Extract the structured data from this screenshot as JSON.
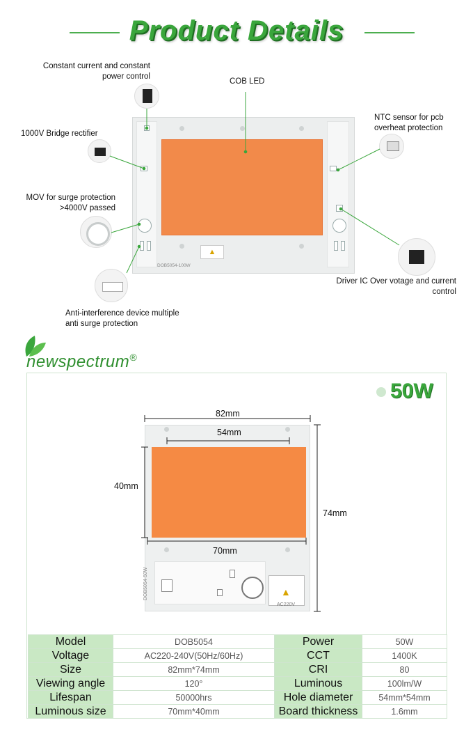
{
  "header": {
    "title": "Product Details"
  },
  "callouts": {
    "constant": "Constant current and constant power control",
    "cob": "COB LED",
    "ntc": "NTC sensor for pcb overheat protection",
    "bridge": "1000V Bridge rectifier",
    "mov": "MOV for surge protection >4000V passed",
    "driver": "Driver IC Over votage and current control",
    "anti": "Anti-interference device multiple anti surge protection"
  },
  "board_labels": {
    "top_model": "DOB5054-100W",
    "bottom_model": "DOB5054-50W",
    "voltage_mark": "AC220V"
  },
  "brand": {
    "name": "newspectrum",
    "mark": "®"
  },
  "power_badge": "50W",
  "dimensions": {
    "width": "82mm",
    "hole_span": "54mm",
    "led_height": "40mm",
    "led_width": "70mm",
    "height": "74mm"
  },
  "specs": [
    {
      "k1": "Model",
      "v1": "DOB5054",
      "k2": "Power",
      "v2": "50W"
    },
    {
      "k1": "Voltage",
      "v1": "AC220-240V(50Hz/60Hz)",
      "k2": "CCT",
      "v2": "1400K"
    },
    {
      "k1": "Size",
      "v1": "82mm*74mm",
      "k2": "CRI",
      "v2": "80"
    },
    {
      "k1": "Viewing angle",
      "v1": "120°",
      "k2": "Luminous",
      "v2": "100lm/W"
    },
    {
      "k1": "Lifespan",
      "v1": "50000hrs",
      "k2": "Hole diameter",
      "v2": "54mm*54mm"
    },
    {
      "k1": "Luminous size",
      "v1": "70mm*40mm",
      "k2": "Board thickness",
      "v2": "1.6mm"
    }
  ],
  "colors": {
    "accent": "#3aa63c",
    "led": "#f28a4a",
    "table_key_bg": "#c9e8c4"
  }
}
